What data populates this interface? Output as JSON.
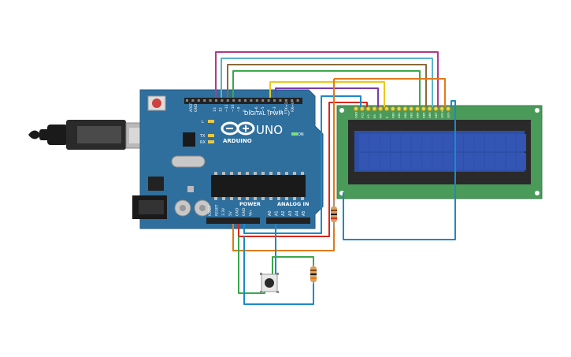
{
  "board": {
    "brand": "ARDUINO",
    "model": "UNO",
    "digital_label": "DIGITAL (PWM~)",
    "power_label": "POWER",
    "analog_label": "ANALOG IN",
    "on_label": "ON",
    "l_label": "L",
    "tx_label": "TX",
    "rx_label": "RX",
    "aref_label": "AREF",
    "gnd_label": "GND",
    "digital_pins": [
      "13",
      "12",
      "~11",
      "~10",
      "~9",
      "8",
      "7",
      "~6",
      "~5",
      "4",
      "~3",
      "2",
      "TX→1",
      "RX←0"
    ],
    "power_pins": [
      "IOREF",
      "RESET",
      "3.3V",
      "5V",
      "GND",
      "GND",
      "Vin"
    ],
    "analog_pins": [
      "A0",
      "A1",
      "A2",
      "A3",
      "A4",
      "A5"
    ]
  },
  "lcd": {
    "pin_labels": [
      "GND",
      "VCC",
      "V0",
      "RS",
      "RW",
      "E",
      "DB0",
      "DB1",
      "DB2",
      "DB3",
      "DB4",
      "DB5",
      "DB6",
      "DB7",
      "LED+",
      "LED-"
    ],
    "columns": 16,
    "rows": 2
  },
  "colors": {
    "board": "#2e6f9e",
    "lcd_pcb": "#4a9a5a",
    "lcd_screen": "#2c4fa8",
    "wire_magenta": "#b03a8a",
    "wire_cyan": "#5ab5c8",
    "wire_brown": "#8a6a3a",
    "wire_green": "#3aa84a",
    "wire_yellow": "#e8c81a",
    "wire_purple": "#7a3aaa",
    "wire_orange": "#e07a1a",
    "wire_red": "#d8281a",
    "wire_blue": "#1a8ac8"
  }
}
